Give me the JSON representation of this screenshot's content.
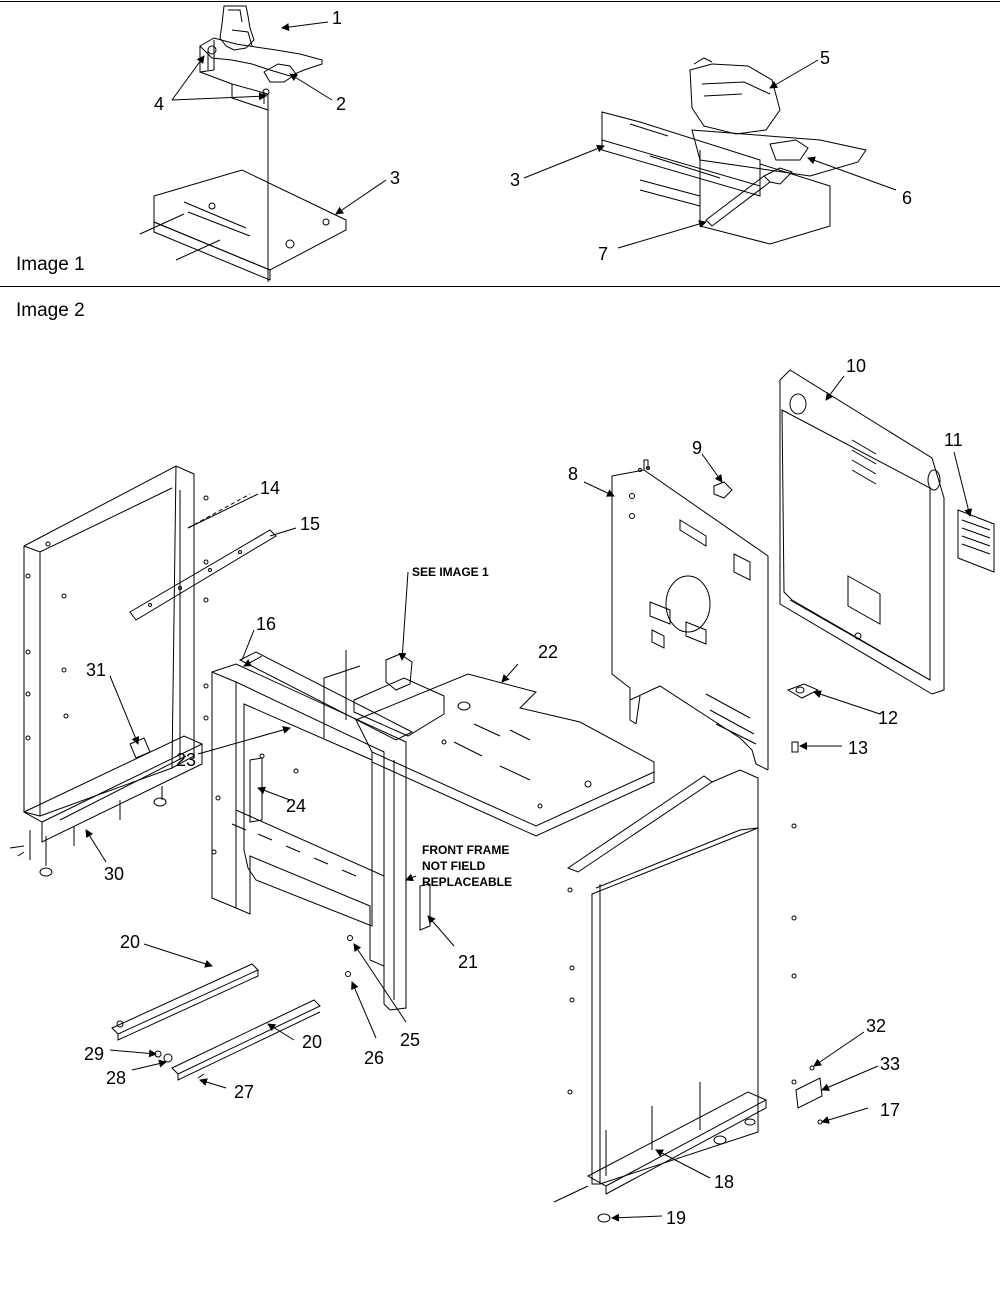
{
  "panels": {
    "image1_title": "Image 1",
    "image2_title": "Image 2"
  },
  "notes": {
    "see_image_1": "SEE IMAGE 1",
    "front_frame_line1": "FRONT FRAME",
    "front_frame_line2": "NOT FIELD",
    "front_frame_line3": "REPLACEABLE"
  },
  "callouts": {
    "c1": "1",
    "c2": "2",
    "c3a": "3",
    "c4": "4",
    "c3b": "3",
    "c5": "5",
    "c6": "6",
    "c7": "7",
    "c8": "8",
    "c9": "9",
    "c10": "10",
    "c11": "11",
    "c12": "12",
    "c13": "13",
    "c14": "14",
    "c15": "15",
    "c16": "16",
    "c17": "17",
    "c18": "18",
    "c19": "19",
    "c20a": "20",
    "c20b": "20",
    "c21": "21",
    "c22": "22",
    "c23": "23",
    "c24": "24",
    "c25": "25",
    "c26": "26",
    "c27": "27",
    "c28": "28",
    "c29": "29",
    "c30": "30",
    "c31": "31",
    "c32": "32",
    "c33": "33"
  }
}
